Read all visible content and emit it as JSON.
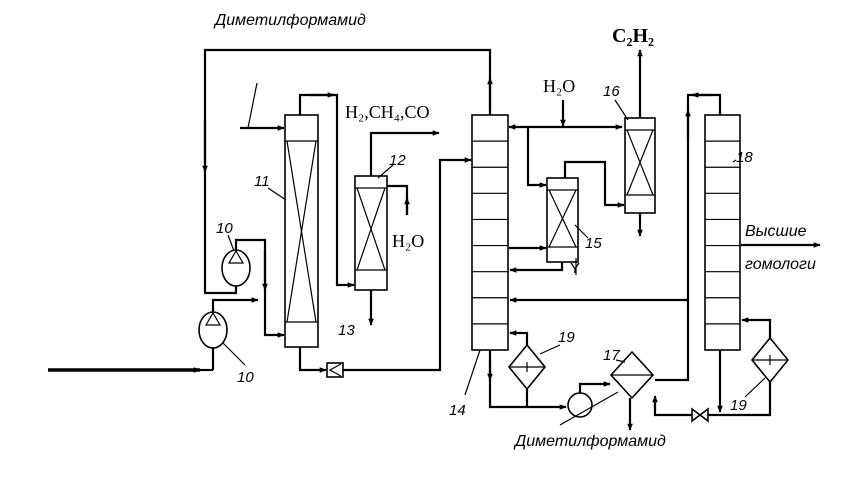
{
  "labels": {
    "dmf_top": "Диметилформамид",
    "dmf_bottom": "Диметилформамид",
    "gases": "H₂,CH₄,CO",
    "water_12": "H₂O",
    "water_16": "H₂O",
    "acetylene": "C₂H₂",
    "higher_1": "Высшие",
    "higher_2": "гомологи",
    "y_mark": "Y"
  },
  "equipment_numbers": {
    "pump_upper": "10",
    "pump_lower": "10",
    "col_11": "11",
    "col_12": "12",
    "ejector_13": "13",
    "col_14": "14",
    "col_15": "15",
    "col_16": "16",
    "heat_17": "17",
    "col_18": "18",
    "heater_19_left": "19",
    "heater_19_right": "19"
  }
}
